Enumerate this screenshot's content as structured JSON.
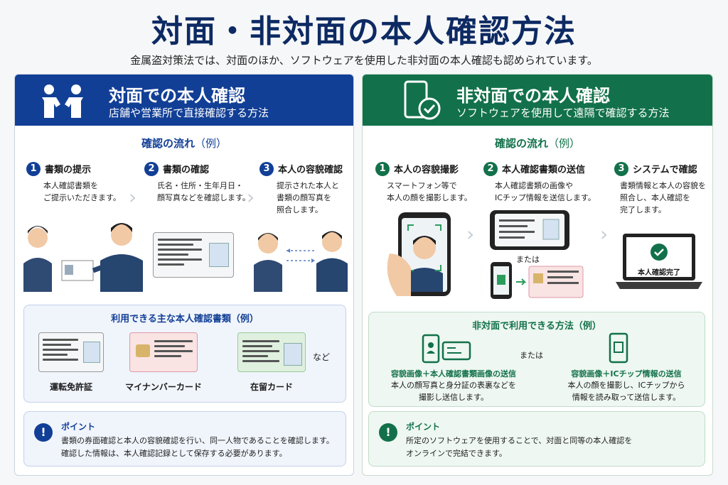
{
  "title": "対面・非対面の本人確認方法",
  "subtitle": "金属盗対策法では、対面のほか、ソフトウェアを使用した非対面の本人確認も認められています。",
  "left": {
    "title": "対面での本人確認",
    "subtitle": "店舗や営業所で直接確認する方法",
    "flow_title": "確認の流れ",
    "flow_ex": "（例）",
    "steps": [
      {
        "num": "1",
        "title": "書類の提示",
        "desc1": "本人確認書類を",
        "desc2": "ご提示いただきます。"
      },
      {
        "num": "2",
        "title": "書類の確認",
        "desc1": "氏名・住所・生年月日・",
        "desc2": "顔写真などを確認します。"
      },
      {
        "num": "3",
        "title": "本人の容貌確認",
        "desc1": "提示された本人と",
        "desc2": "書類の顔写真を",
        "desc3": "照合します。"
      }
    ],
    "docs_title": "利用できる主な本人確認書類（例）",
    "docs": [
      "運転免許証",
      "マイナンバーカード",
      "在留カード"
    ],
    "docs_etc": "など",
    "point_title": "ポイント",
    "point_text1": "書類の券面確認と本人の容貌確認を行い、同一人物であることを確認します。",
    "point_text2": "確認した情報は、本人確認記録として保存する必要があります。"
  },
  "right": {
    "title": "非対面での本人確認",
    "subtitle": "ソフトウェアを使用して遠隔で確認する方法",
    "flow_title": "確認の流れ",
    "flow_ex": "（例）",
    "steps": [
      {
        "num": "1",
        "title": "本人の容貌撮影",
        "desc1": "スマートフォン等で",
        "desc2": "本人の顔を撮影します。"
      },
      {
        "num": "2",
        "title": "本人確認書類の送信",
        "desc1": "本人確認書類の画像や",
        "desc2": "ICチップ情報を送信します。"
      },
      {
        "num": "3",
        "title": "システムで確認",
        "desc1": "書類情報と本人の容貌を",
        "desc2": "照合し、本人確認を",
        "desc3": "完了します。"
      }
    ],
    "or_label": "または",
    "complete_label": "本人確認完了",
    "methods_title": "非対面で利用できる方法（例）",
    "methods_or": "または",
    "method1_title": "容貌画像＋本人確認書類画像の送信",
    "method1_desc1": "本人の顔写真と身分証の表裏などを",
    "method1_desc2": "撮影し送信します。",
    "method2_title": "容貌画像＋ICチップ情報の送信",
    "method2_desc1": "本人の顔を撮影し、ICチップから",
    "method2_desc2": "情報を読み取って送信します。",
    "point_title": "ポイント",
    "point_text1": "所定のソフトウェアを使用することで、対面と同等の本人確認を",
    "point_text2": "オンラインで完結できます。"
  },
  "colors": {
    "left_accent": "#123f96",
    "right_accent": "#12714a",
    "title": "#0d2a63"
  }
}
